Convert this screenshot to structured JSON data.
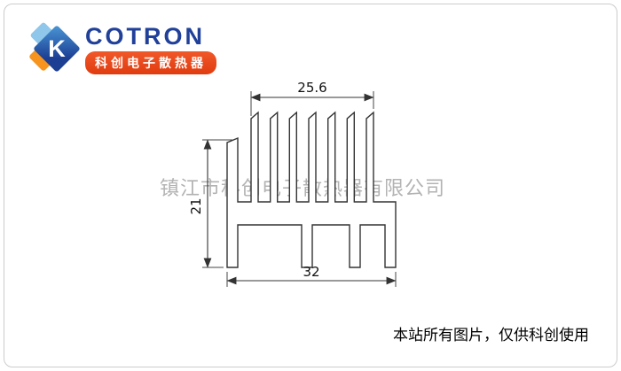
{
  "logo": {
    "brand": "COTRON",
    "tagline": "科创电子散热器",
    "monogram": "K"
  },
  "drawing": {
    "type": "heatsink-extrusion-cross-section",
    "dim_top_label": "25.6",
    "dim_left_label": "21",
    "dim_bottom_label": "32"
  },
  "watermark_text": "镇江市科创电子散热器有限公司",
  "footer_note": "本站所有图片，仅供科创使用",
  "colors": {
    "brand_blue": "#20409a",
    "logo_blue_light": "#4a97d6",
    "accent_orange": "#f7941d",
    "banner_red": "#e03c10",
    "outline_color": "#333333",
    "watermark_gray": "#b3b3b3"
  }
}
